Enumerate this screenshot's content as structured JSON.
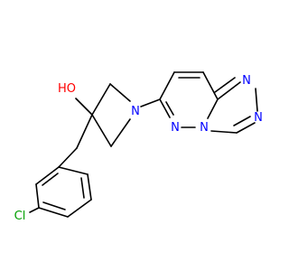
{
  "molecule": {
    "atom_labels": {
      "n_pyrrolidine": "N",
      "n_pyridazine_1": "N",
      "n_bridge": "N",
      "n_triazole_top": "N",
      "n_triazole_right": "N",
      "hydroxyl": "HO",
      "chlorine": "Cl"
    },
    "colors": {
      "bond": "#000000",
      "nitrogen": "#0000ff",
      "oxygen": "#ff0000",
      "chlorine": "#00a000"
    }
  }
}
